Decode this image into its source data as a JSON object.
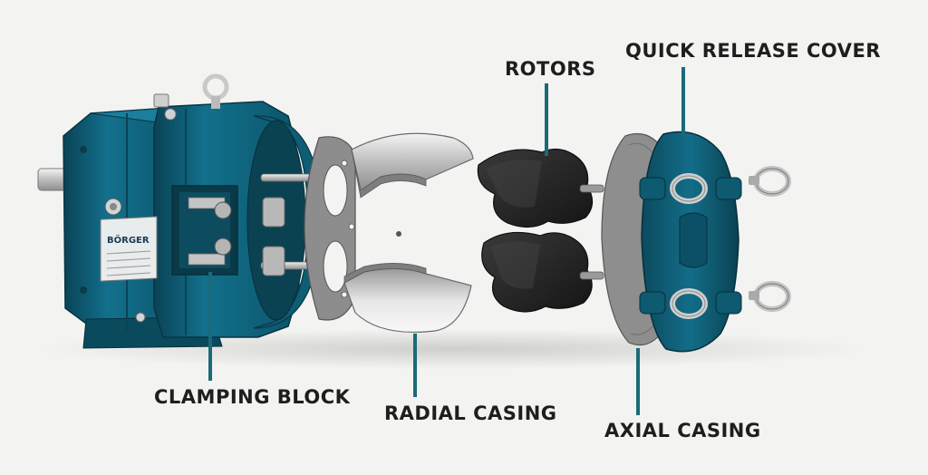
{
  "labels": {
    "rotors": "ROTORS",
    "quick_release_cover": "QUICK RELEASE COVER",
    "clamping_block": "CLAMPING BLOCK",
    "radial_casing": "RADIAL CASING",
    "axial_casing": "AXIAL CASING"
  },
  "nameplate": {
    "brand": "BÖRGER"
  },
  "colors": {
    "pump_body": "#0f5f78",
    "pump_body_dark": "#0a4356",
    "leader_line": "#1b6a78",
    "rotor": "#262626",
    "steel": "#c9c9c9",
    "plate": "#8a8a8a",
    "text": "#1e1e1e"
  },
  "icons": {
    "eyebolt": "eyebolt-icon",
    "bolt": "bolt-icon"
  }
}
